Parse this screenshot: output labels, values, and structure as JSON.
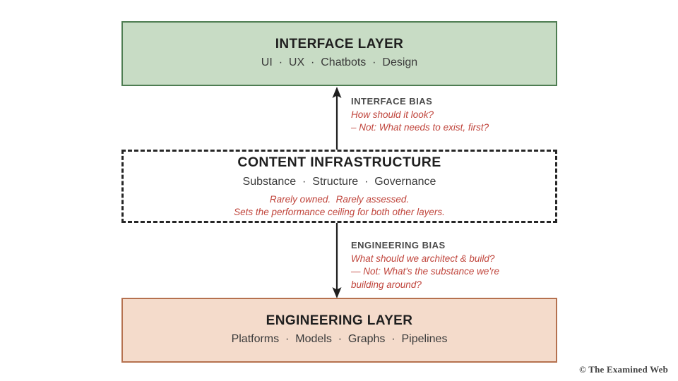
{
  "layers": {
    "interface": {
      "title": "INTERFACE LAYER",
      "subtitle": "UI  ·  UX  ·  Chatbots  ·  Design",
      "fill_color": "#c8dcc5",
      "border_color": "#4e7d52"
    },
    "content": {
      "title": "CONTENT INFRASTRUCTURE",
      "subtitle": "Substance  ·  Structure  ·  Governance",
      "note_line_1": "Rarely owned.  Rarely assessed.",
      "note_line_2": "Sets the performance ceiling for both other layers.",
      "border_color": "#262626",
      "note_color": "#c0453c"
    },
    "engineering": {
      "title": "ENGINEERING LAYER",
      "subtitle": "Platforms  ·  Models  ·  Graphs  ·  Pipelines",
      "fill_color": "#f4dbcb",
      "border_color": "#b5714f"
    }
  },
  "annotations": {
    "interface_bias": {
      "title": "INTERFACE BIAS",
      "line_1": "How should it look?",
      "line_2": "– Not: What needs to exist, first?",
      "color": "#c0453c"
    },
    "engineering_bias": {
      "title": "ENGINEERING BIAS",
      "line_1": "What should we architect & build?",
      "line_2": "— Not: What's the substance we're",
      "line_3": "building around?",
      "color": "#c0453c"
    }
  },
  "arrows": {
    "up": {
      "name": "arrow-up",
      "direction": "up",
      "color": "#1f1f1f"
    },
    "down": {
      "name": "arrow-down",
      "direction": "down",
      "color": "#1f1f1f"
    }
  },
  "footer": {
    "credit": "© The Examined Web"
  }
}
